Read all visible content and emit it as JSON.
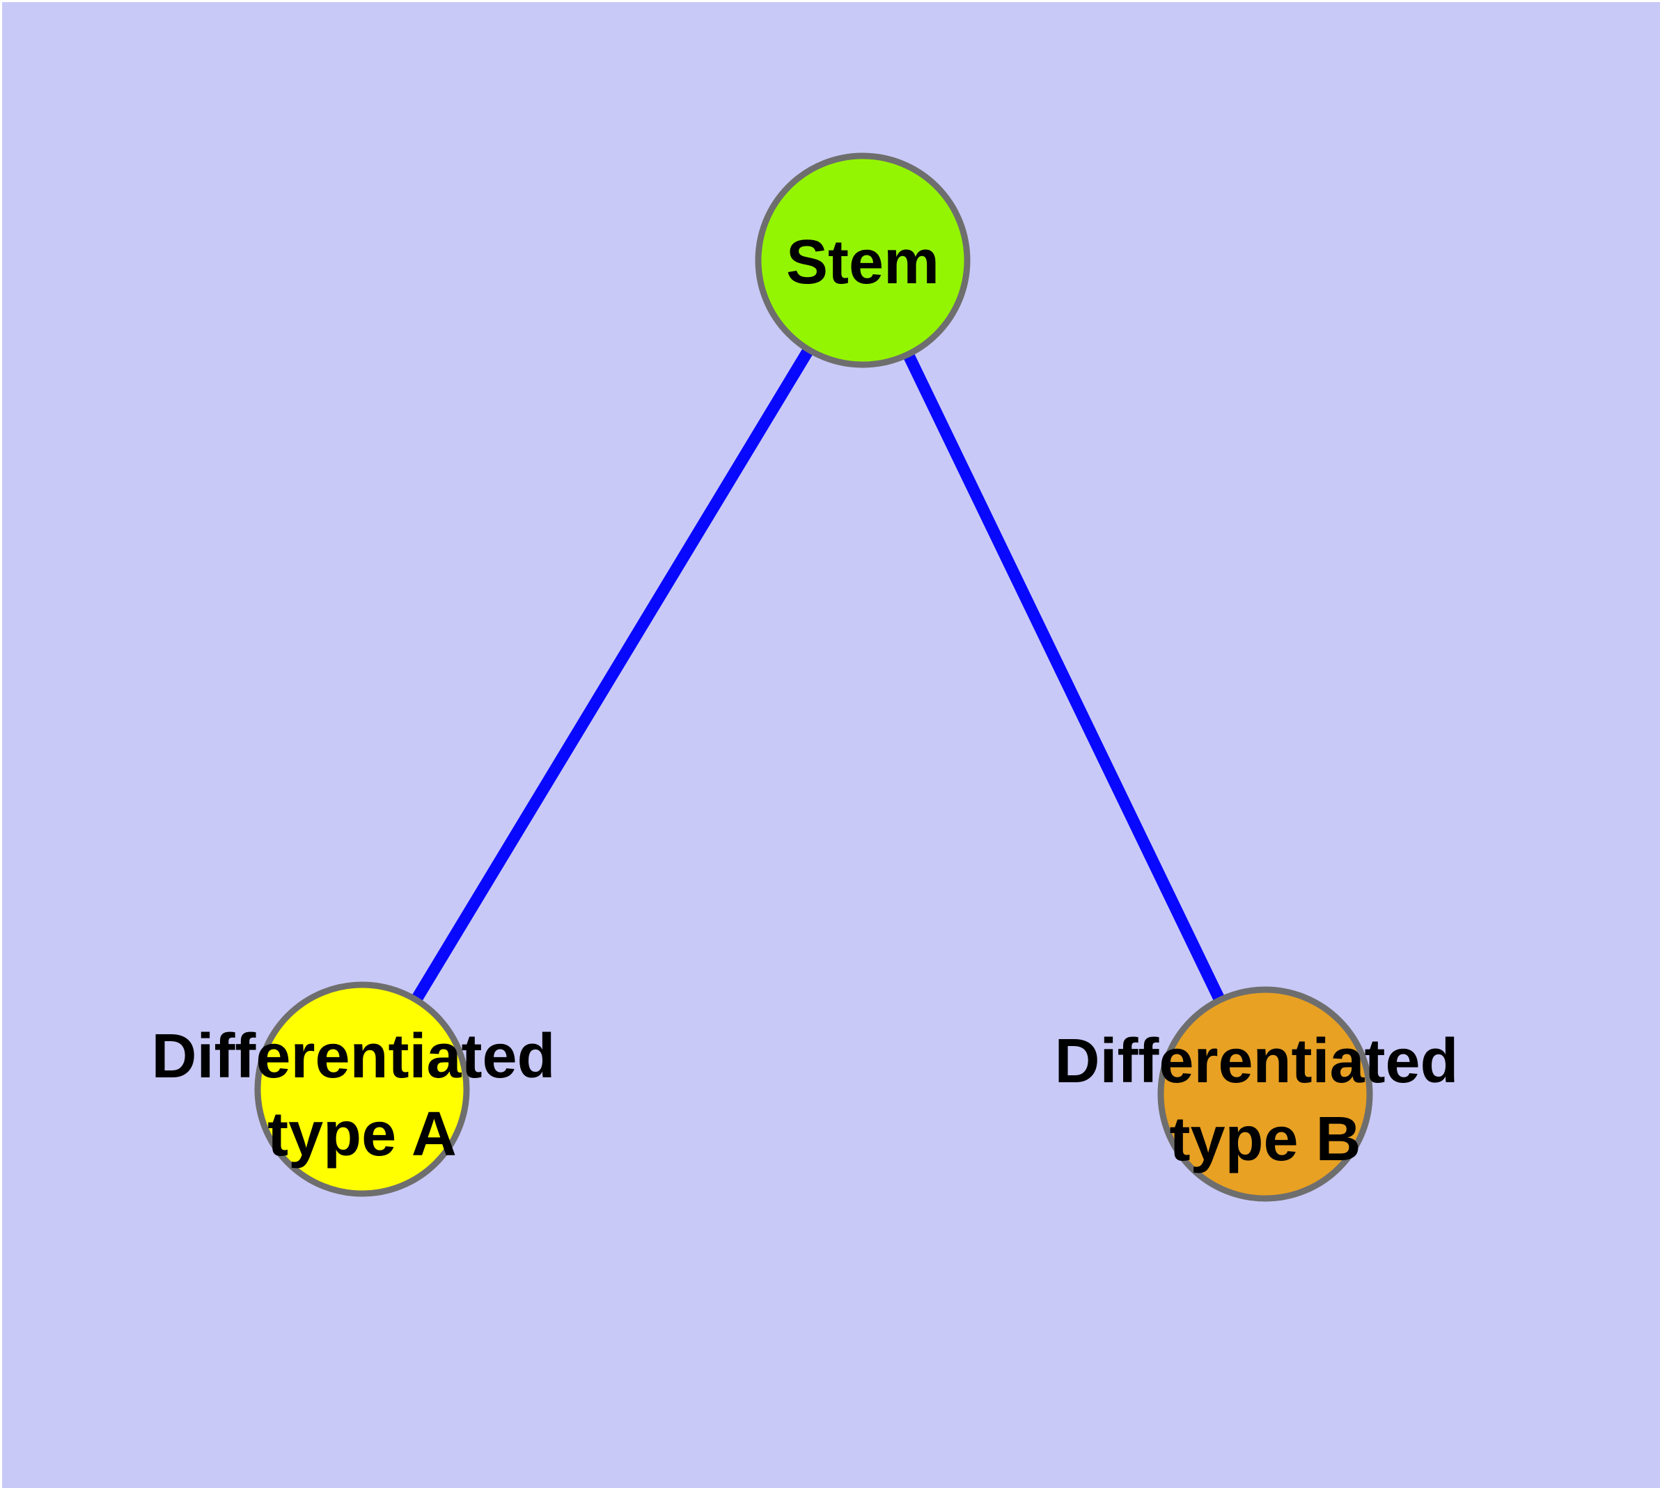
{
  "diagram": {
    "type": "node-link-graph",
    "background_color": "#c9c9f7",
    "margin_color": "#ffffff",
    "edge_color": "#0808ff",
    "node_border_color": "#6e6e6e",
    "label_color": "#000000",
    "nodes": {
      "stem": {
        "label": "Stem",
        "fill": "#94f502"
      },
      "type_a": {
        "label": "Differentiated type A",
        "line1": "Differentiated",
        "line2": "type A",
        "fill": "#ffff00"
      },
      "type_b": {
        "label": "Differentiated type B",
        "line1": "Differentiated",
        "line2": "type B",
        "fill": "#e8a123"
      }
    },
    "edges": [
      {
        "from": "Stem",
        "to": "Differentiated type A"
      },
      {
        "from": "Stem",
        "to": "Differentiated type B"
      }
    ]
  }
}
